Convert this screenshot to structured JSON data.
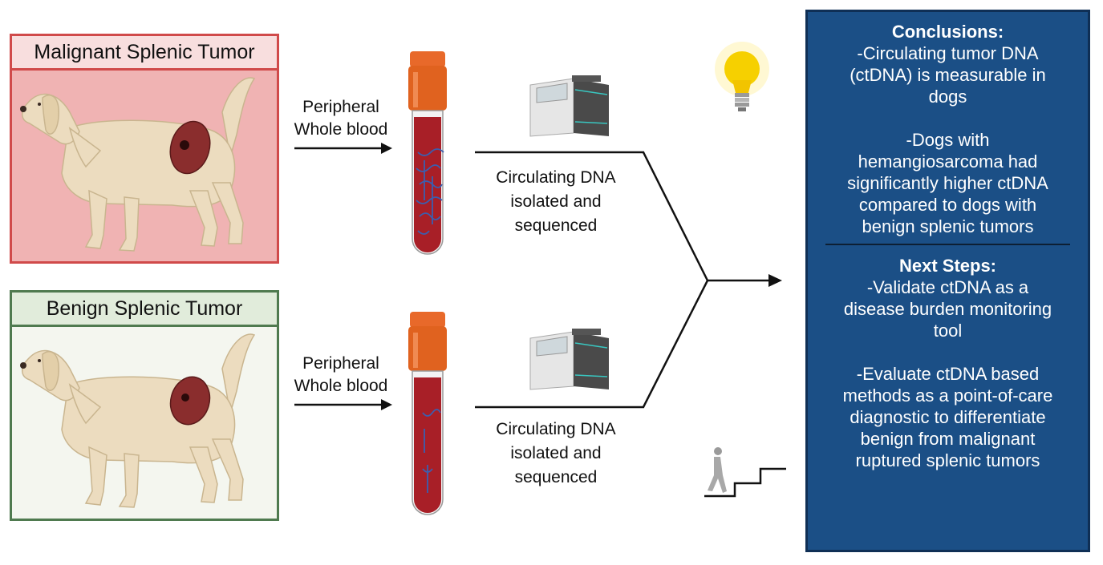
{
  "malignant": {
    "title": "Malignant Splenic Tumor",
    "input_label": [
      "Peripheral",
      "Whole blood"
    ],
    "process_label": [
      "Circulating DNA",
      "isolated and",
      "sequenced"
    ],
    "colors": {
      "border": "#d04a4a",
      "fill": "#f0b3b3"
    }
  },
  "benign": {
    "title": "Benign Splenic Tumor",
    "input_label": [
      "Peripheral",
      "Whole blood"
    ],
    "process_label": [
      "Circulating DNA",
      "isolated and",
      "sequenced"
    ],
    "colors": {
      "border": "#4f7a4f",
      "fill": "#f4f6ef"
    }
  },
  "summary": {
    "conclusions_heading": "Conclusions:",
    "conclusion_1": [
      "-Circulating tumor DNA",
      "(ctDNA) is measurable in",
      "dogs"
    ],
    "conclusion_2": [
      "-Dogs with",
      "hemangiosarcoma had",
      "significantly higher ctDNA",
      "compared to dogs with",
      "benign splenic tumors"
    ],
    "next_steps_heading": "Next Steps:",
    "next_1": [
      "-Validate ctDNA as a",
      "disease burden monitoring",
      "tool"
    ],
    "next_2": [
      "-Evaluate ctDNA based",
      "methods as a point-of-care",
      "diagnostic to differentiate",
      "benign from malignant",
      "ruptured splenic tumors"
    ],
    "colors": {
      "background": "#1b4f86",
      "text": "#ffffff"
    }
  },
  "icons": {
    "lightbulb": "lightbulb-icon",
    "stairs": "person-climbing-stairs-icon",
    "sequencer": "sequencer-icon",
    "blood_tube": "blood-tube-icon",
    "dog": "dog-icon"
  }
}
